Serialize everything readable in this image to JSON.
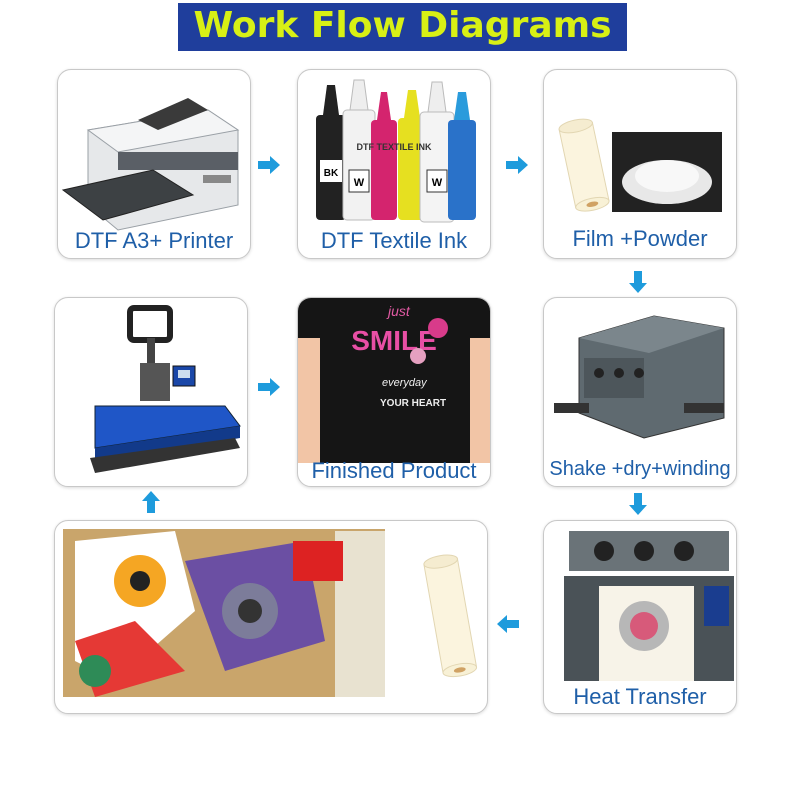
{
  "title": "Work Flow Diagrams",
  "steps": {
    "printer": "DTF A3+ Printer",
    "ink": "DTF Textile Ink",
    "film": "Film +Powder",
    "shake": "Shake +dry+winding",
    "heat_transfer": "Heat Transfer",
    "finished": "Finished Product"
  },
  "ink_labels": {
    "bk": "BK",
    "w": "W",
    "brand": "DTF TEXTILE INK"
  },
  "shirt_print": {
    "line1": "just",
    "line2": "SMILE",
    "line3": "everyday",
    "line4": "YOUR HEART"
  },
  "colors": {
    "banner_bg": "#1f3e9c",
    "banner_text": "#d8f015",
    "caption": "#1f5fa8",
    "arrow": "#1e9bdc"
  }
}
